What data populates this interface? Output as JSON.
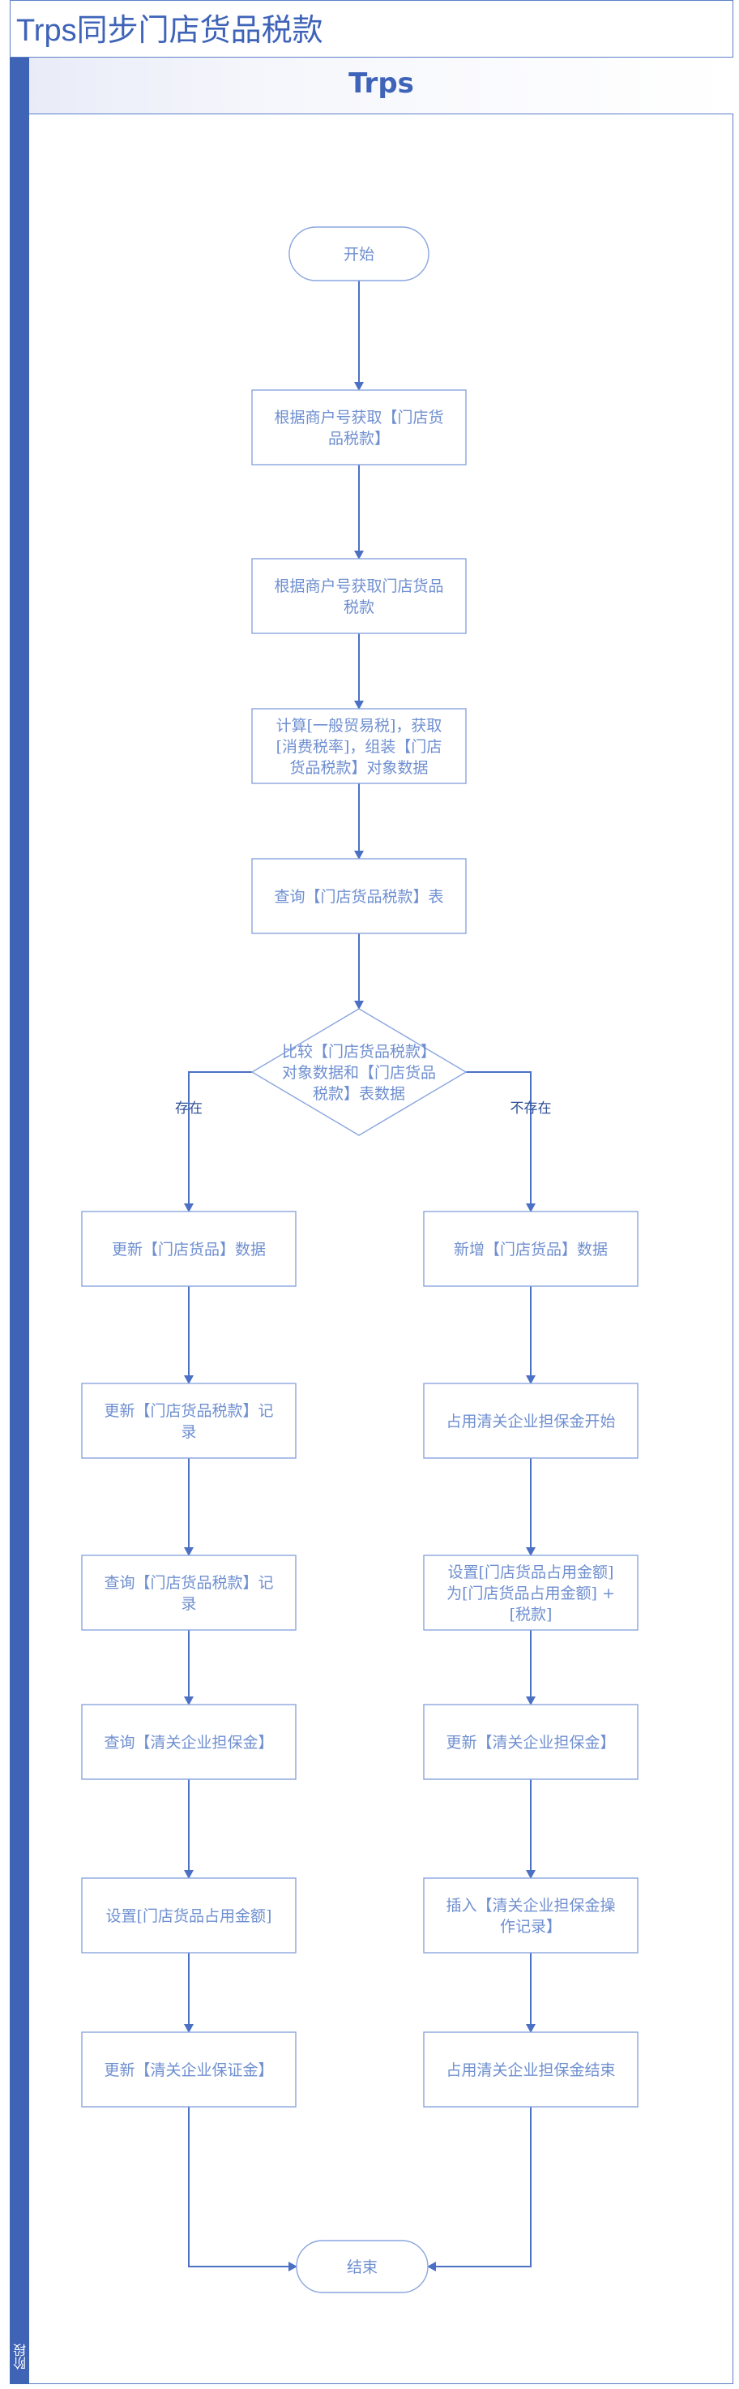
{
  "diagram": {
    "title": "Trps同步门店货品税款",
    "lane_title": "Trps",
    "side_label": "阶段",
    "nodes": [
      {
        "id": "start",
        "shape": "terminal",
        "lines": [
          "开始"
        ]
      },
      {
        "id": "n1",
        "shape": "process",
        "lines": [
          "根据商户号获取【门店货",
          "品税款】"
        ]
      },
      {
        "id": "n2",
        "shape": "process",
        "lines": [
          "根据商户号获取门店货品",
          "税款"
        ]
      },
      {
        "id": "n3",
        "shape": "process",
        "lines": [
          "计算[一般贸易税]，获取",
          "[消费税率]，组装【门店",
          "货品税款】对象数据"
        ]
      },
      {
        "id": "n4",
        "shape": "process",
        "lines": [
          "查询【门店货品税款】表"
        ]
      },
      {
        "id": "d1",
        "shape": "decision",
        "lines": [
          "比较【门店货品税款】",
          "对象数据和【门店货品",
          "税款】表数据"
        ]
      },
      {
        "id": "l1",
        "shape": "process",
        "lines": [
          "更新【门店货品】数据"
        ]
      },
      {
        "id": "l2",
        "shape": "process",
        "lines": [
          "更新【门店货品税款】记",
          "录"
        ]
      },
      {
        "id": "l3",
        "shape": "process",
        "lines": [
          "查询【门店货品税款】记",
          "录"
        ]
      },
      {
        "id": "l4",
        "shape": "process",
        "lines": [
          "查询【清关企业担保金】"
        ]
      },
      {
        "id": "l5",
        "shape": "process",
        "lines": [
          "设置[门店货品占用金额]"
        ]
      },
      {
        "id": "l6",
        "shape": "process",
        "lines": [
          "更新【清关企业保证金】"
        ]
      },
      {
        "id": "r1",
        "shape": "process",
        "lines": [
          "新增【门店货品】数据"
        ]
      },
      {
        "id": "r2",
        "shape": "process",
        "lines": [
          "占用清关企业担保金开始"
        ]
      },
      {
        "id": "r3",
        "shape": "process",
        "lines": [
          "设置[门店货品占用金额]",
          "为[门店货品占用金额] +",
          "[税款]"
        ]
      },
      {
        "id": "r4",
        "shape": "process",
        "lines": [
          "更新【清关企业担保金】"
        ]
      },
      {
        "id": "r5",
        "shape": "process",
        "lines": [
          "插入【清关企业担保金操",
          "作记录】"
        ]
      },
      {
        "id": "r6",
        "shape": "process",
        "lines": [
          "占用清关企业担保金结束"
        ]
      },
      {
        "id": "end",
        "shape": "terminal",
        "lines": [
          "结束"
        ]
      }
    ],
    "edges": [
      {
        "from": "start",
        "to": "n1"
      },
      {
        "from": "n1",
        "to": "n2"
      },
      {
        "from": "n2",
        "to": "n3"
      },
      {
        "from": "n3",
        "to": "n4"
      },
      {
        "from": "n4",
        "to": "d1"
      },
      {
        "from": "d1",
        "to": "l1",
        "label": "存在"
      },
      {
        "from": "d1",
        "to": "r1",
        "label": "不存在"
      },
      {
        "from": "l1",
        "to": "l2"
      },
      {
        "from": "l2",
        "to": "l3"
      },
      {
        "from": "l3",
        "to": "l4"
      },
      {
        "from": "l4",
        "to": "l5"
      },
      {
        "from": "l5",
        "to": "l6"
      },
      {
        "from": "l6",
        "to": "end"
      },
      {
        "from": "r1",
        "to": "r2"
      },
      {
        "from": "r2",
        "to": "r3"
      },
      {
        "from": "r3",
        "to": "r4"
      },
      {
        "from": "r4",
        "to": "r5"
      },
      {
        "from": "r5",
        "to": "r6"
      },
      {
        "from": "r6",
        "to": "end"
      }
    ]
  }
}
